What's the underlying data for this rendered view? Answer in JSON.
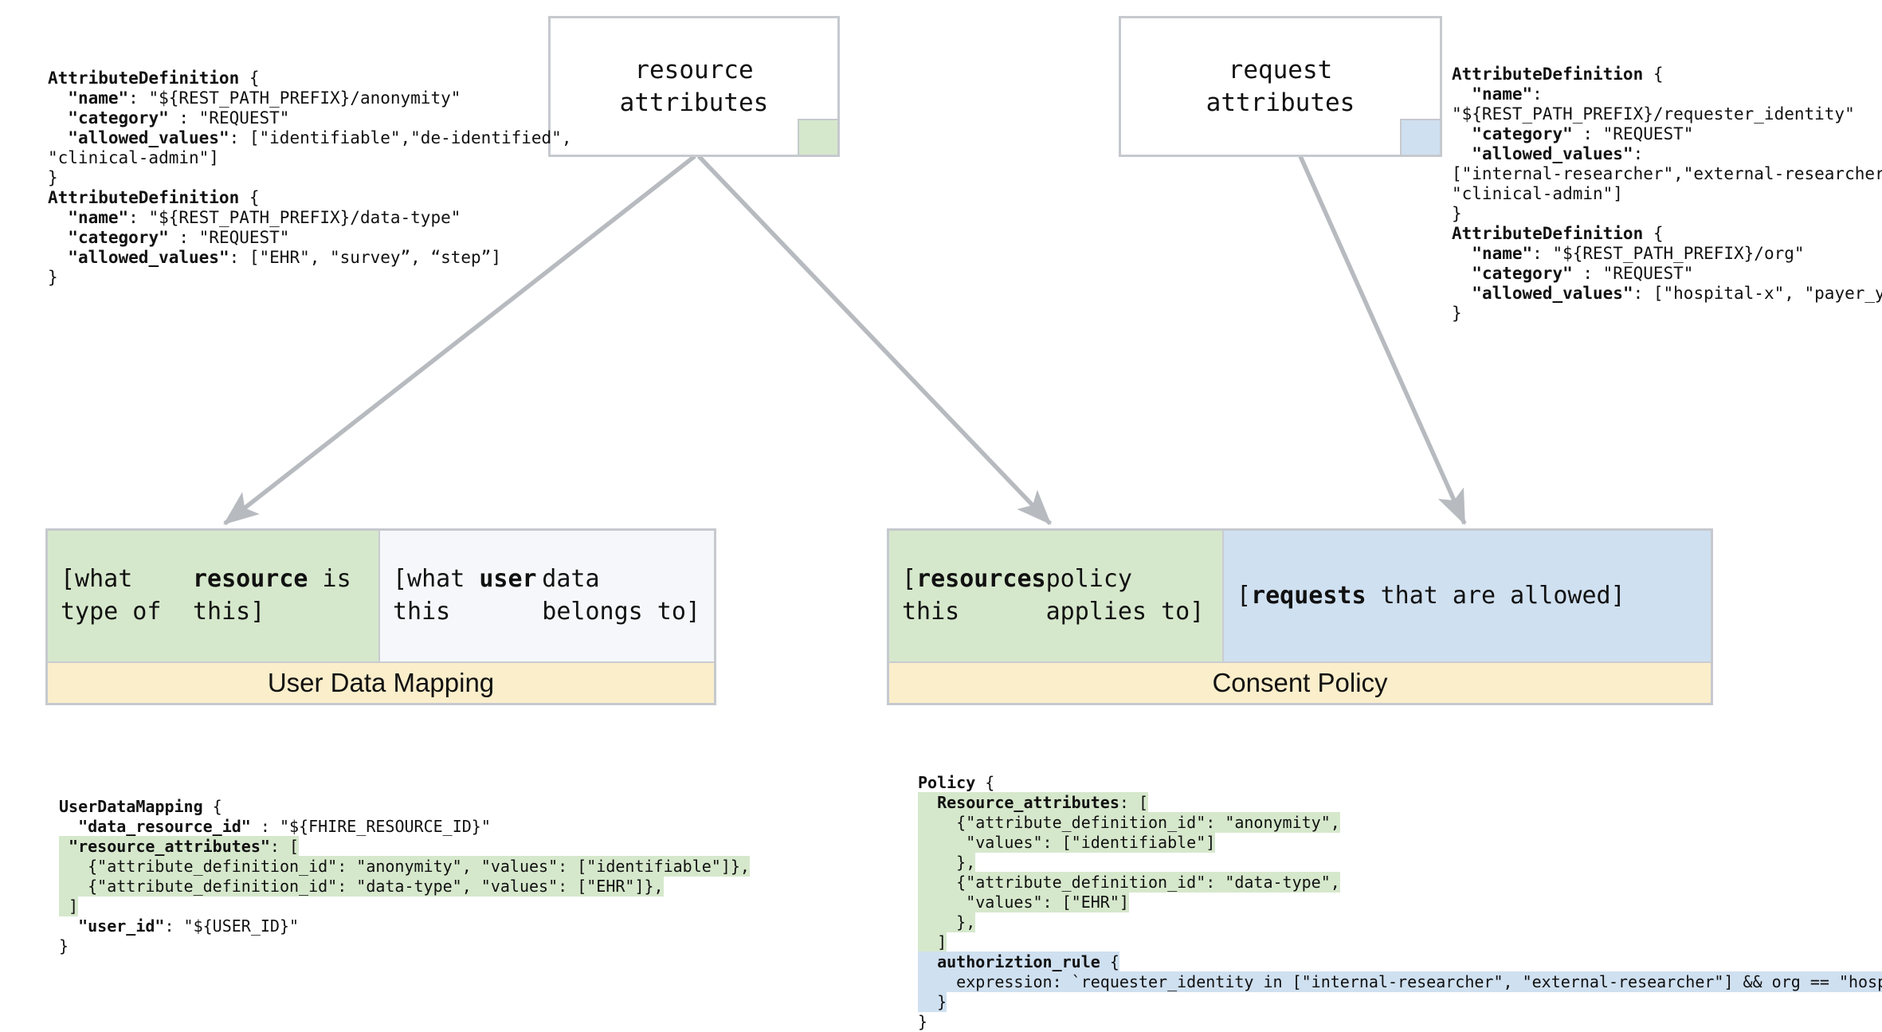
{
  "colors": {
    "green_fill": "#d6e8cc",
    "blue_fill": "#cfe0f0",
    "cream_fill": "#fbeecb",
    "white_fill": "#f5f7fa",
    "border": "#c6c9ce",
    "arrow": "#b7bbc0"
  },
  "top_boxes": [
    {
      "id": "resource-attributes",
      "label": "resource\nattributes",
      "swatch_color": "#d6e8cc"
    },
    {
      "id": "request-attributes",
      "label": "request\nattributes",
      "swatch_color": "#cfe0f0"
    }
  ],
  "attribute_definitions_left": {
    "lines": [
      "<b>AttributeDefinition</b> {",
      "  <b>\"name\"</b>: \"${REST_PATH_PREFIX}/anonymity\"",
      "  <b>\"category\"</b> : \"REQUEST\"",
      "  <b>\"allowed_values\"</b>: [\"identifiable\",\"de-identified\",",
      "\"clinical-admin\"]",
      "}",
      "<b>AttributeDefinition</b> {",
      "  <b>\"name\"</b>: \"${REST_PATH_PREFIX}/data-type\"",
      "  <b>\"category\"</b> : \"REQUEST\"",
      "  <b>\"allowed_values\"</b>: [\"EHR\", \"survey”, “step”]",
      "}"
    ]
  },
  "attribute_definitions_right": {
    "lines": [
      "<b>AttributeDefinition</b> {",
      "  <b>\"name\"</b>:",
      "\"${REST_PATH_PREFIX}/requester_identity\"",
      "  <b>\"category\"</b> : \"REQUEST\"",
      "  <b>\"allowed_values\"</b>:",
      "[\"internal-researcher\",\"external-researcher\",",
      "\"clinical-admin\"]",
      "}",
      "<b>AttributeDefinition</b> {",
      "  <b>\"name\"</b>: \"${REST_PATH_PREFIX}/org\"",
      "  <b>\"category\"</b> : \"REQUEST\"",
      "  <b>\"allowed_values\"</b>: [\"hospital-x\", \"payer_y”]",
      "}"
    ]
  },
  "user_data_mapping": {
    "footer_label": "User Data Mapping",
    "left_cell": "[what type of\n<b>resource</b> is this]",
    "right_cell": "[what <b>user</b> this\ndata belongs to]",
    "left_fill": "#d6e8cc",
    "right_fill": "#f5f7fa"
  },
  "consent_policy": {
    "footer_label": "Consent Policy",
    "left_cell": "[<b>resources</b> this\npolicy applies to]",
    "right_cell": "[<b>requests</b> that are allowed]",
    "left_fill": "#d6e8cc",
    "right_fill": "#cfe0f0"
  },
  "user_data_mapping_code": {
    "lines": [
      {
        "text": "<b>UserDataMapping</b> {",
        "hl": "none"
      },
      {
        "text": "  <b>\"data_resource_id\"</b> : \"${FHIRE_RESOURCE_ID}\"",
        "hl": "none"
      },
      {
        "text": " <b>\"resource_attributes\"</b>: [",
        "hl": "green"
      },
      {
        "text": "   {\"attribute_definition_id\": \"anonymity\", \"values\": [\"identifiable\"]},",
        "hl": "green"
      },
      {
        "text": "   {\"attribute_definition_id\": \"data-type\", \"values\": [\"EHR\"]},",
        "hl": "green"
      },
      {
        "text": " ]",
        "hl": "green"
      },
      {
        "text": "  <b>\"user_id\"</b>: \"${USER_ID}\"",
        "hl": "none"
      },
      {
        "text": "}",
        "hl": "none"
      }
    ]
  },
  "policy_code": {
    "lines": [
      {
        "text": "<b>Policy</b> {",
        "hl": "none"
      },
      {
        "text": "  <b>Resource_attributes</b>: [",
        "hl": "green"
      },
      {
        "text": "    {\"attribute_definition_id\": \"anonymity\",",
        "hl": "green"
      },
      {
        "text": "     \"values\": [\"identifiable\"]",
        "hl": "green"
      },
      {
        "text": "    },",
        "hl": "green"
      },
      {
        "text": "    {\"attribute_definition_id\": \"data-type\",",
        "hl": "green"
      },
      {
        "text": "     \"values\": [\"EHR\"]",
        "hl": "green"
      },
      {
        "text": "    },",
        "hl": "green"
      },
      {
        "text": "  ]",
        "hl": "green"
      },
      {
        "text": "  <b>authoriztion_rule</b> {",
        "hl": "blue"
      },
      {
        "text": "    expression: `requester_identity in [\"internal-researcher\", \"external-researcher\"] && org == \"hospital-x\"`",
        "hl": "blue"
      },
      {
        "text": "  }",
        "hl": "blue"
      },
      {
        "text": "}",
        "hl": "none"
      }
    ]
  },
  "arrows": [
    {
      "id": "resource-to-udm",
      "from": "resource attributes",
      "to": "User Data Mapping resource cell"
    },
    {
      "id": "resource-to-policy",
      "from": "resource attributes",
      "to": "Consent Policy resources cell"
    },
    {
      "id": "request-to-policy",
      "from": "request attributes",
      "to": "Consent Policy requests cell"
    }
  ]
}
